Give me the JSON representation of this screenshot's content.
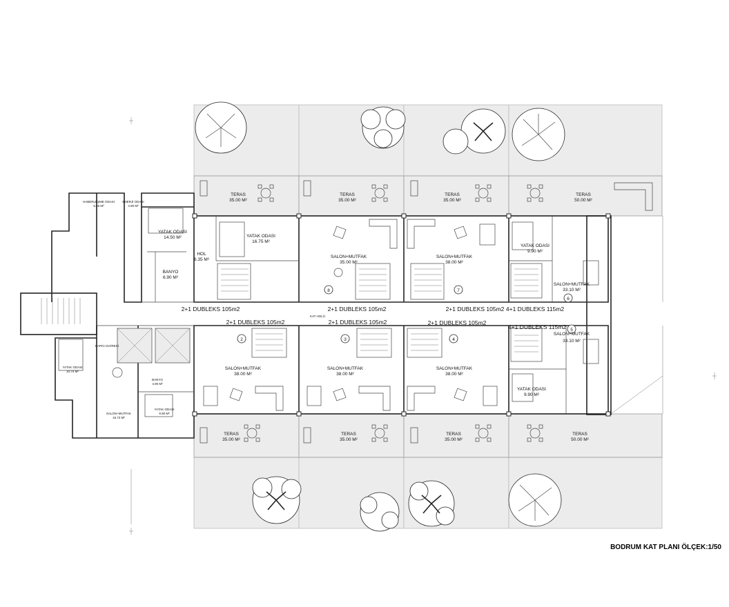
{
  "title": "BODRUM KAT PLANI ÖLÇEK:1/50",
  "units_top": [
    {
      "label": "2+1 DUBLEKS 105m2"
    },
    {
      "label": "2+1 DUBLEKS 105m2"
    },
    {
      "label": "2+1 DUBLEKS 105m2"
    },
    {
      "label": "4+1 DUBLEKS 115m2"
    }
  ],
  "units_bottom": [
    {
      "label": "2+1 DUBLEKS 105m2"
    },
    {
      "label": "2+1 DUBLEKS 105m2"
    },
    {
      "label": "2+1 DUBLEKS 105m2"
    },
    {
      "label": "4+1 DUBLEKS 115m2"
    }
  ],
  "unit_numbers": [
    "2",
    "3",
    "4",
    "5",
    "6",
    "7",
    "8"
  ],
  "corridor_label": "KAT HOLÜ",
  "rooms_top": [
    {
      "name": "TERAS",
      "area": "35.00 M²"
    },
    {
      "name": "TERAS",
      "area": "35.00 M²"
    },
    {
      "name": "TERAS",
      "area": "35.00 M²"
    },
    {
      "name": "TERAS",
      "area": "50.00 M²"
    },
    {
      "name": "YATAK ODASI",
      "area": "14.50 M²"
    },
    {
      "name": "YATAK ODASI",
      "area": "16.75 M²"
    },
    {
      "name": "HOL",
      "area": "6.35 M²"
    },
    {
      "name": "BANYO",
      "area": "6.90 M²"
    },
    {
      "name": "SALON+MUTFAK",
      "area": "35.00 M²"
    },
    {
      "name": "SALON+MUTFAK",
      "area": "38.00 M²"
    },
    {
      "name": "YATAK ODASI",
      "area": "9.90 M²"
    },
    {
      "name": "SALON+MUTFAK",
      "area": "33.10 M²"
    }
  ],
  "rooms_bottom": [
    {
      "name": "SALON+MUTFAK",
      "area": "38.00 M²"
    },
    {
      "name": "SALON+MUTFAK",
      "area": "38.00 M²"
    },
    {
      "name": "SALON+MUTFAK",
      "area": "38.00 M²"
    },
    {
      "name": "SALON+MUTFAK",
      "area": "33.10 M²"
    },
    {
      "name": "YATAK ODASI",
      "area": "9.90 M²"
    },
    {
      "name": "TERAS",
      "area": "35.00 M²"
    },
    {
      "name": "TERAS",
      "area": "35.00 M²"
    },
    {
      "name": "TERAS",
      "area": "35.00 M²"
    },
    {
      "name": "TERAS",
      "area": "50.00 M²"
    }
  ],
  "rooms_left": [
    {
      "name": "KAPICI DAİRESİ",
      "area": ""
    },
    {
      "name": "YATAK ODASI",
      "area": "10.74 M²"
    },
    {
      "name": "BANYO",
      "area": "4.90 M²"
    },
    {
      "name": "SALON+MUTFAK",
      "area": "16.73 M²"
    },
    {
      "name": "YATAK ODASI",
      "area": "9.90 M²"
    },
    {
      "name": "HABERLEŞME ODASI",
      "area": "5.55 M²"
    },
    {
      "name": "ENERJİ ODASI",
      "area": "4.90 M²"
    }
  ],
  "colors": {
    "wall": "#222222",
    "garden": "#ececec",
    "background": "#ffffff"
  }
}
